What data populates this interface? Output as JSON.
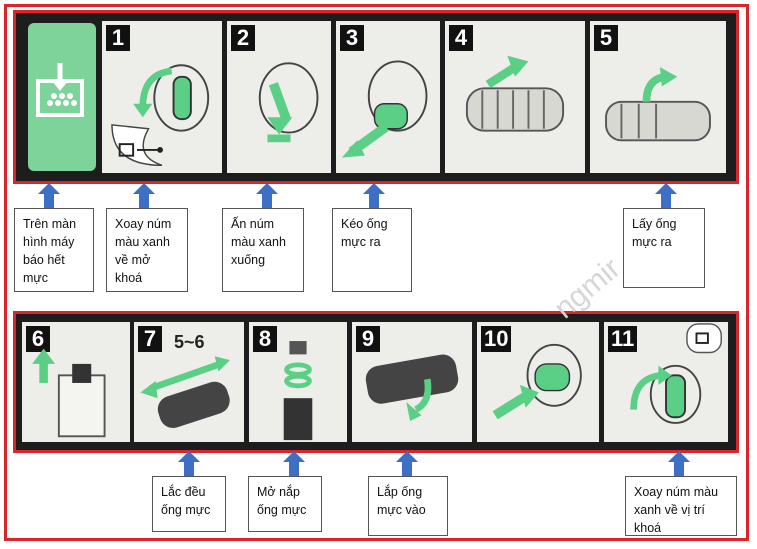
{
  "steps_top": [
    {
      "num": "1"
    },
    {
      "num": "2"
    },
    {
      "num": "3"
    },
    {
      "num": "4"
    },
    {
      "num": "5"
    }
  ],
  "steps_bottom": [
    {
      "num": "6"
    },
    {
      "num": "7",
      "extra": "5~6"
    },
    {
      "num": "8"
    },
    {
      "num": "9"
    },
    {
      "num": "10"
    },
    {
      "num": "11"
    }
  ],
  "captions": {
    "c1": "Trên màn hình máy báo hết mực",
    "c2": "Xoay núm màu xanh về mở khoá",
    "c3": "Ấn núm màu xanh xuống",
    "c4": "Kéo ống mực ra",
    "c5": "Lấy ống mực ra",
    "c6": "Lắc đều ống mực",
    "c7": "Mở nắp ống mực",
    "c8": "Lắp ống mực vào",
    "c9": "Xoay núm màu xanh về vị trí khoá"
  },
  "colors": {
    "frame_red": "#d9252b",
    "arrow_blue": "#3d6fc4",
    "accent_green": "#5ccf86"
  },
  "watermark": "ngmir"
}
